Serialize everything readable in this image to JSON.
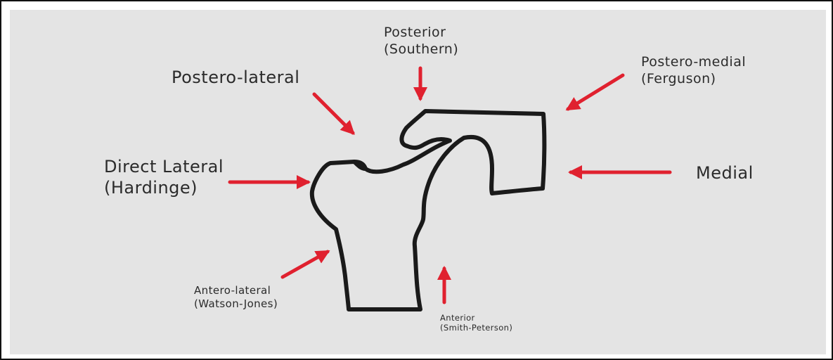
{
  "colors": {
    "background": "#e4e4e4",
    "outline": "#1a1a1a",
    "arrow": "#e0212f",
    "text": "#2b2b2b"
  },
  "labels": {
    "posterior": {
      "line1": "Posterior",
      "line2": "(Southern)"
    },
    "postero_medial": {
      "line1": "Postero-medial",
      "line2": "(Ferguson)"
    },
    "postero_lateral": {
      "line1": "Postero-lateral"
    },
    "direct_lateral": {
      "line1": "Direct Lateral",
      "line2": "(Hardinge)"
    },
    "medial": {
      "line1": "Medial"
    },
    "antero_lateral": {
      "line1": "Antero-lateral",
      "line2": "(Watson-Jones)"
    },
    "anterior": {
      "line1": "Anterior",
      "line2": "(Smith-Peterson)"
    }
  }
}
